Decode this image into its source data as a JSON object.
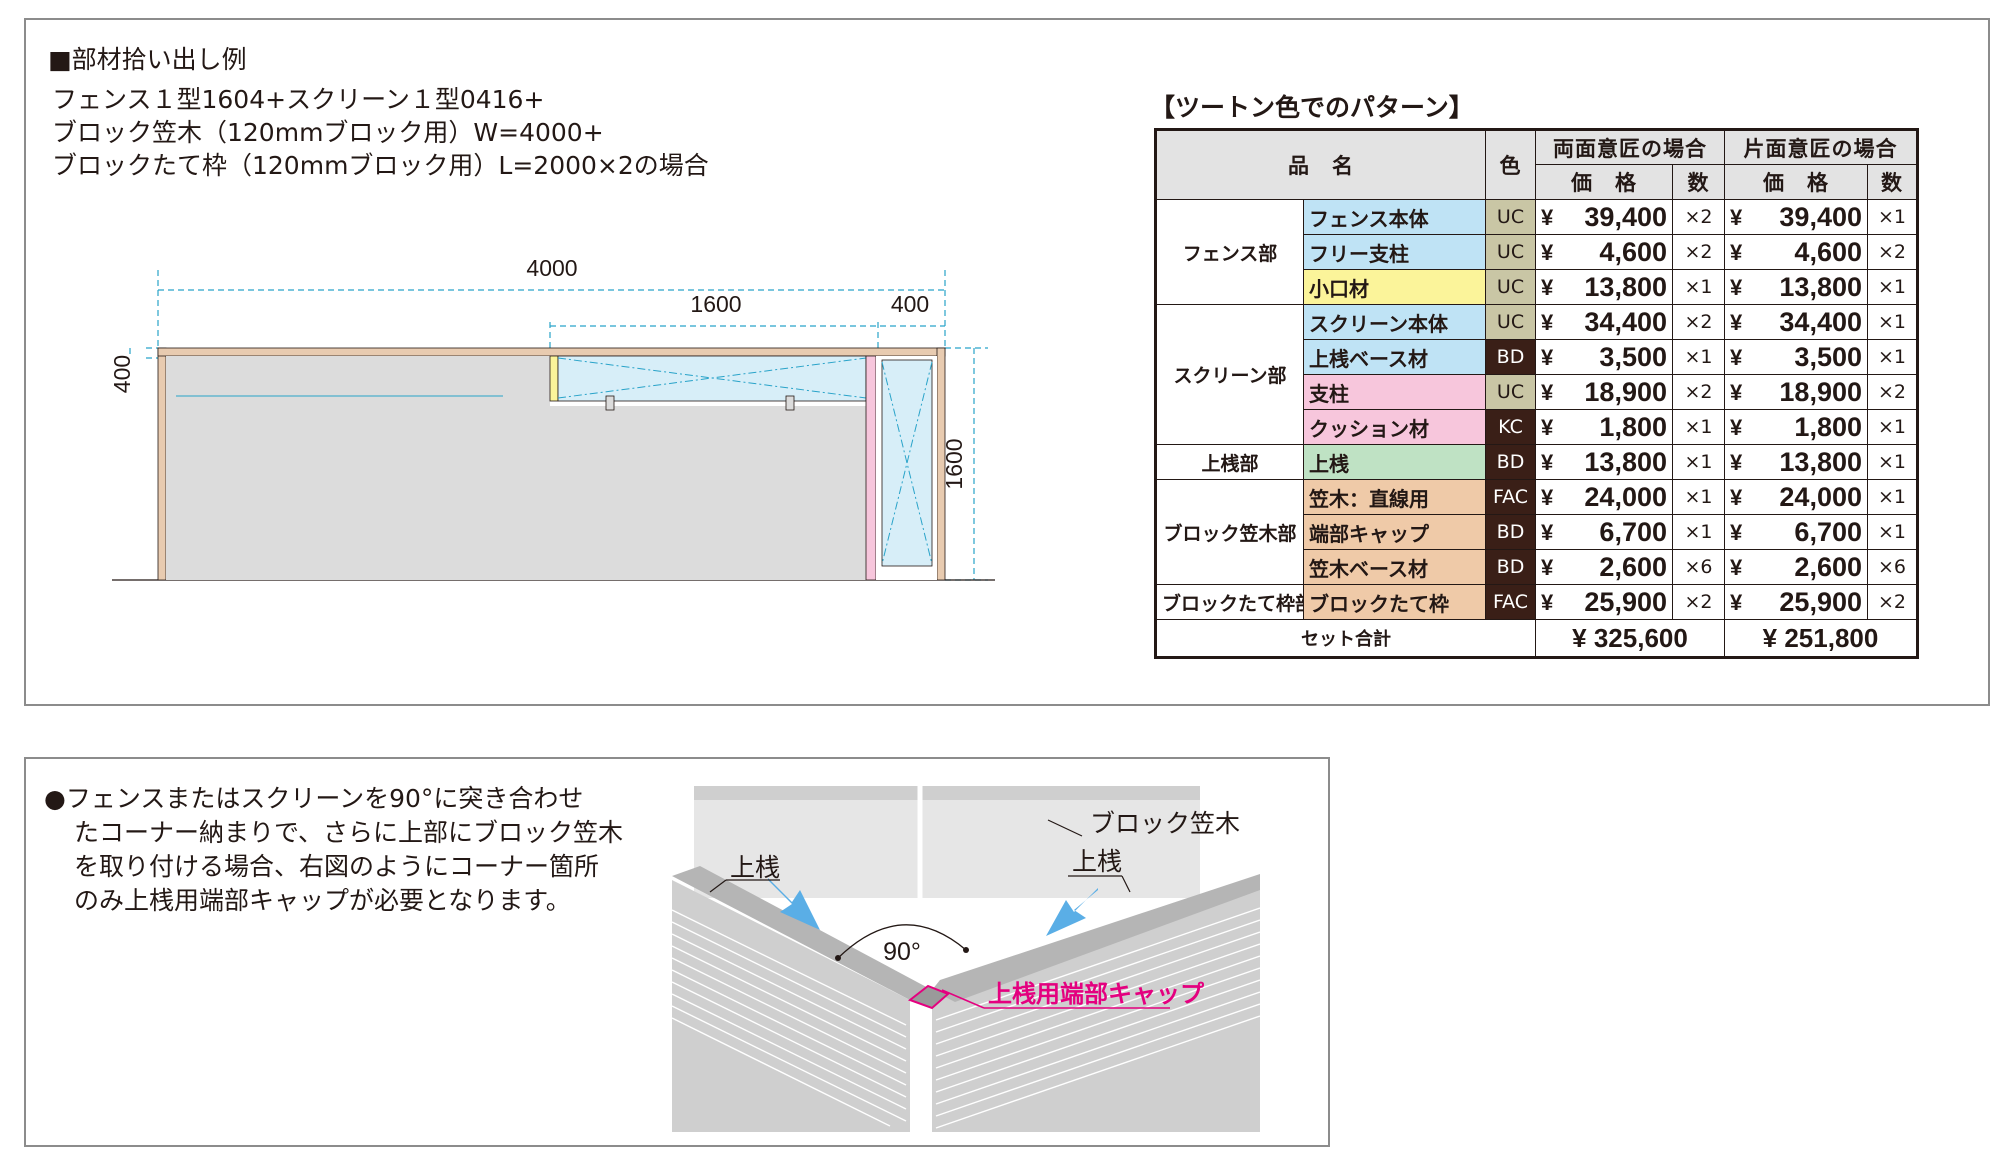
{
  "section_title": "■部材拾い出し例",
  "description_lines": [
    "フェンス１型1604+スクリーン１型0416+",
    "ブロック笠木（120mmブロック用）W=4000+",
    "ブロックたて枠（120mmブロック用）L=2000×2の場合"
  ],
  "dimensions": {
    "total_width": "4000",
    "screen_width": "1600",
    "side_width": "400",
    "top_height": "400",
    "total_height": "1600"
  },
  "table_title": "【ツートン色でのパターン】",
  "table": {
    "headers": {
      "item_name": "品　名",
      "color": "色",
      "double_sided": "両面意匠の場合",
      "single_sided": "片面意匠の場合",
      "price": "価　格",
      "qty": "数"
    },
    "currency": "¥",
    "groups": [
      {
        "name": "フェンス部",
        "rows": [
          {
            "item": "フェンス本体",
            "item_color": "#bfe3f5",
            "code": "UC",
            "code_dark": false,
            "double_price": "39,400",
            "double_qty": "×2",
            "single_price": "39,400",
            "single_qty": "×1"
          },
          {
            "item": "フリー支柱",
            "item_color": "#bfe3f5",
            "code": "UC",
            "code_dark": false,
            "double_price": "4,600",
            "double_qty": "×2",
            "single_price": "4,600",
            "single_qty": "×2"
          },
          {
            "item": "小口材",
            "item_color": "#fbf49a",
            "code": "UC",
            "code_dark": false,
            "double_price": "13,800",
            "double_qty": "×1",
            "single_price": "13,800",
            "single_qty": "×1"
          }
        ]
      },
      {
        "name": "スクリーン部",
        "rows": [
          {
            "item": "スクリーン本体",
            "item_color": "#bfe3f5",
            "code": "UC",
            "code_dark": false,
            "double_price": "34,400",
            "double_qty": "×2",
            "single_price": "34,400",
            "single_qty": "×1"
          },
          {
            "item": "上桟ベース材",
            "item_color": "#bfe3f5",
            "code": "BD",
            "code_dark": true,
            "double_price": "3,500",
            "double_qty": "×1",
            "single_price": "3,500",
            "single_qty": "×1"
          },
          {
            "item": "支柱",
            "item_color": "#f7c6dc",
            "code": "UC",
            "code_dark": false,
            "double_price": "18,900",
            "double_qty": "×2",
            "single_price": "18,900",
            "single_qty": "×2"
          },
          {
            "item": "クッション材",
            "item_color": "#f7c6dc",
            "code": "KC",
            "code_dark": true,
            "double_price": "1,800",
            "double_qty": "×1",
            "single_price": "1,800",
            "single_qty": "×1"
          }
        ]
      },
      {
        "name": "上桟部",
        "rows": [
          {
            "item": "上桟",
            "item_color": "#bfe2c4",
            "code": "BD",
            "code_dark": true,
            "double_price": "13,800",
            "double_qty": "×1",
            "single_price": "13,800",
            "single_qty": "×1"
          }
        ]
      },
      {
        "name": "ブロック笠木部",
        "rows": [
          {
            "item": "笠木：直線用",
            "item_color": "#efcaa8",
            "code": "FAC",
            "code_dark": true,
            "double_price": "24,000",
            "double_qty": "×1",
            "single_price": "24,000",
            "single_qty": "×1"
          },
          {
            "item": "端部キャップ",
            "item_color": "#efcaa8",
            "code": "BD",
            "code_dark": true,
            "double_price": "6,700",
            "double_qty": "×1",
            "single_price": "6,700",
            "single_qty": "×1"
          },
          {
            "item": "笠木ベース材",
            "item_color": "#efcaa8",
            "code": "BD",
            "code_dark": true,
            "double_price": "2,600",
            "double_qty": "×6",
            "single_price": "2,600",
            "single_qty": "×6"
          }
        ]
      },
      {
        "name": "ブロックたて枠部",
        "rows": [
          {
            "item": "ブロックたて枠",
            "item_color": "#efcaa8",
            "code": "FAC",
            "code_dark": true,
            "double_price": "25,900",
            "double_qty": "×2",
            "single_price": "25,900",
            "single_qty": "×2"
          }
        ]
      }
    ],
    "total_label": "セット合計",
    "total_double": "¥ 325,600",
    "total_single": "¥ 251,800"
  },
  "note_lines": [
    "●フェンスまたはスクリーンを90°に突き合わせ",
    "たコーナー納まりで、さらに上部にブロック笠木",
    "を取り付ける場合、右図のようにコーナー箇所",
    "のみ上桟用端部キャップが必要となります。"
  ],
  "illustration": {
    "label_block_kasagi": "ブロック笠木",
    "label_uwasan_left": "上桟",
    "label_uwasan_right": "上桟",
    "label_angle": "90°",
    "label_end_cap": "上桟用端部キャップ"
  }
}
